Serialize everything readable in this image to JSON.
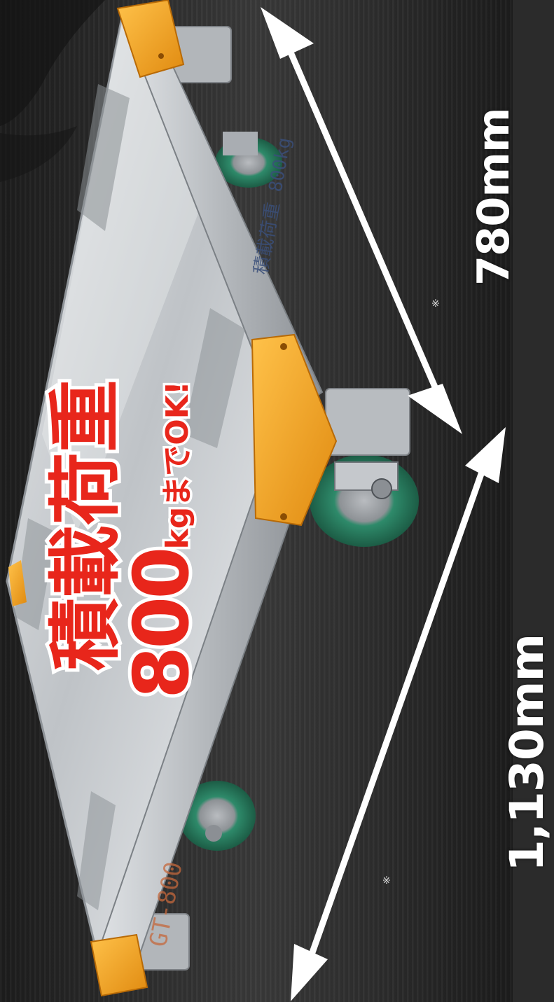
{
  "image": {
    "subject": "aluminium-dolly-with-casters"
  },
  "dimensions": {
    "width_label": "780mm",
    "length_label": "1,130mm",
    "note_mark": "※"
  },
  "promo": {
    "line1": "積載荷重",
    "capacity_number": "800",
    "capacity_suffix": "kgまでOK!"
  },
  "stamps": {
    "top_text": "積載荷重 800kg",
    "bottom_text": "GT-800"
  },
  "colors": {
    "promo_red": "#e8261b",
    "corner_orange": "#f2a11c",
    "wheel_green": "#2e8a6a",
    "frame_silver": "#c9ccd0"
  },
  "icons": {
    "arrow_width": "double-arrow-icon",
    "arrow_length": "double-arrow-icon"
  }
}
